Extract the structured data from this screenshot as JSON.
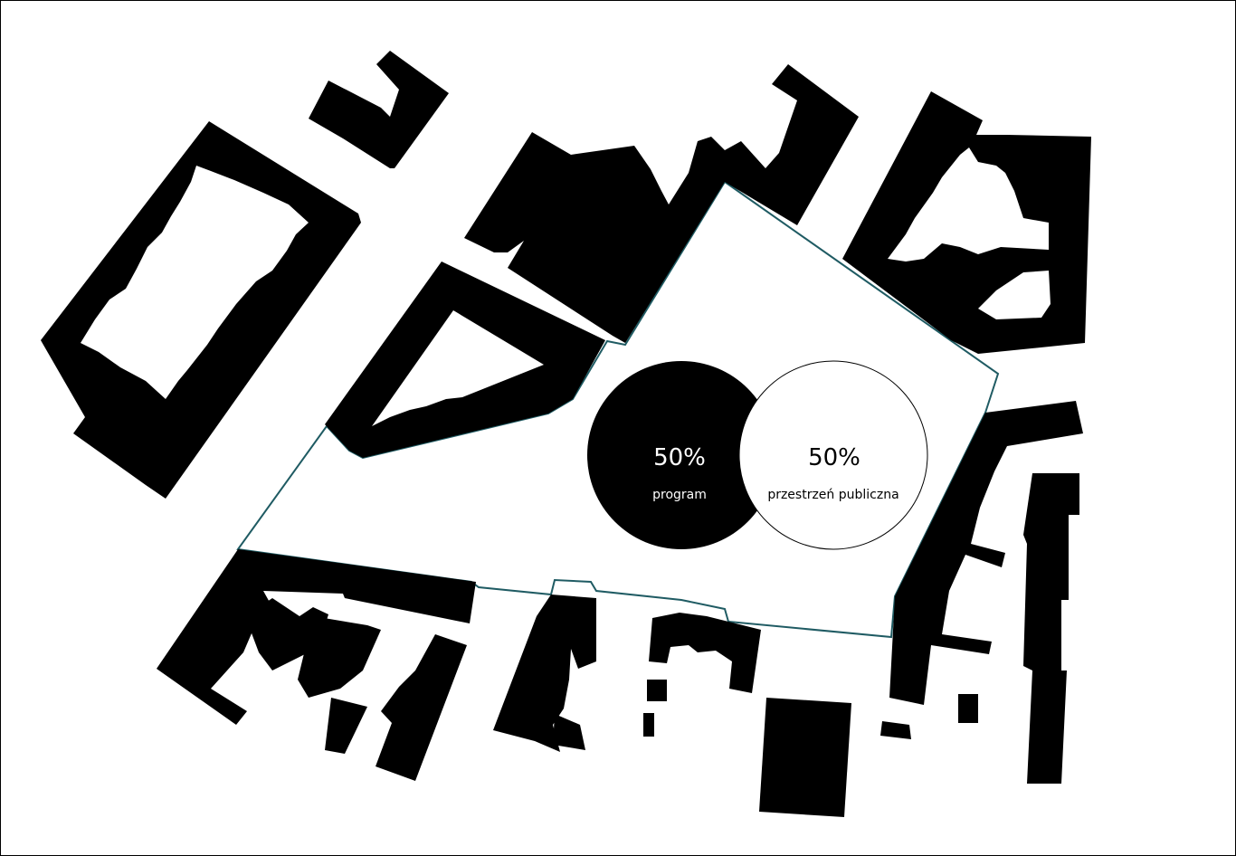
{
  "diagram": {
    "colors": {
      "buildings": "#000000",
      "site_outline": "#1f5b63",
      "background": "#ffffff"
    },
    "program": {
      "percent": "50%",
      "label": "program"
    },
    "public_space": {
      "percent": "50%",
      "label": "przestrzeń publiczna"
    }
  }
}
